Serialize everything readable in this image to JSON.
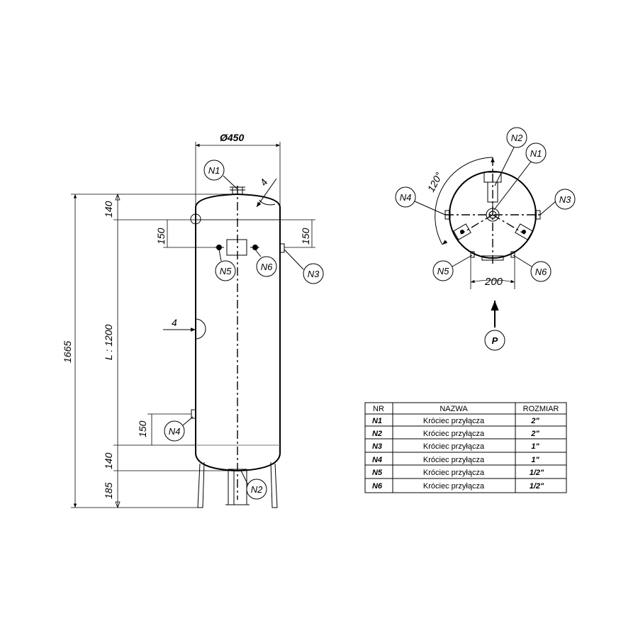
{
  "side_view": {
    "dims": {
      "diameter": "Ø450",
      "overall": "1665",
      "top_head": "140",
      "length": "L : 1200",
      "n4_offset": "150",
      "bottom_head": "140",
      "legs": "185",
      "n5_offset": "150",
      "n3_offset": "150",
      "weld_top": "4",
      "weld_side": "4"
    },
    "nozzles": [
      "N1",
      "N2",
      "N3",
      "N4",
      "N5",
      "N6"
    ]
  },
  "top_view": {
    "angle": "120°",
    "span": "200",
    "view_mark": "P",
    "nozzles": [
      "N1",
      "N2",
      "N3",
      "N4",
      "N5",
      "N6"
    ]
  },
  "table": {
    "headers": [
      "NR",
      "NAZWA",
      "ROZMIAR"
    ],
    "rows": [
      {
        "nr": "N1",
        "name": "Króciec przyłącza",
        "size": "2\""
      },
      {
        "nr": "N2",
        "name": "Króciec przyłącza",
        "size": "2\""
      },
      {
        "nr": "N3",
        "name": "Króciec przyłącza",
        "size": "1\""
      },
      {
        "nr": "N4",
        "name": "Króciec przyłącza",
        "size": "1\""
      },
      {
        "nr": "N5",
        "name": "Króciec przyłącza",
        "size": "1/2\""
      },
      {
        "nr": "N6",
        "name": "Króciec przyłącza",
        "size": "1/2\""
      }
    ]
  }
}
